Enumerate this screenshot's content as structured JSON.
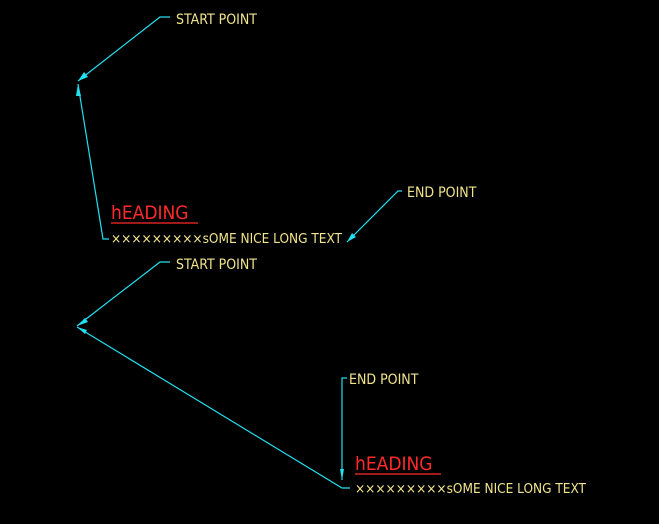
{
  "colors": {
    "background": "#000000",
    "leader": "#22e0ef",
    "label": "#f2e48c",
    "heading": "#ff2a2a"
  },
  "annotations": {
    "group1": {
      "start_label": "START POINT",
      "end_label": "END POINT",
      "heading": "hEADING",
      "body": "×××××××××sOME NICE LONG TEXT"
    },
    "group2": {
      "start_label": "START POINT",
      "end_label": "END POINT",
      "heading": "hEADING",
      "body": "×××××××××sOME NICE LONG TEXT"
    }
  }
}
